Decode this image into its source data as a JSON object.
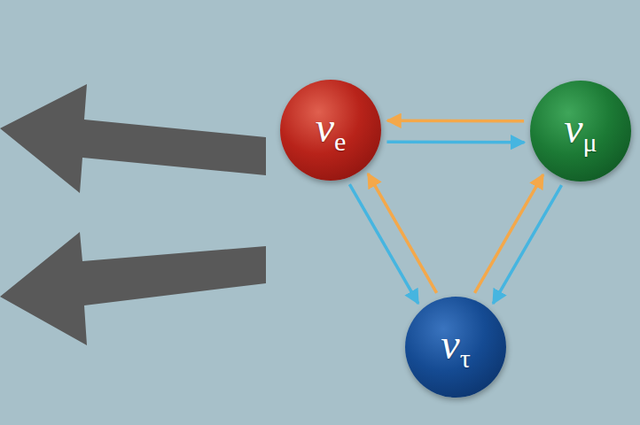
{
  "diagram": {
    "nodes": [
      {
        "text": [
          "νe"
        ]
      },
      {
        "text": [
          "νμ"
        ]
      },
      {
        "text": [
          "ντ"
        ]
      }
    ],
    "edges": [
      {
        "from": 1,
        "to": 0,
        "arrow": "to"
      },
      {
        "from": 0,
        "to": 1,
        "arrow": "to"
      },
      {
        "from": 0,
        "to": 2,
        "arrow": "to"
      },
      {
        "from": 2,
        "to": 0,
        "arrow": "to"
      },
      {
        "from": 2,
        "to": 1,
        "arrow": "to"
      },
      {
        "from": 1,
        "to": 2,
        "arrow": "to"
      }
    ]
  }
}
